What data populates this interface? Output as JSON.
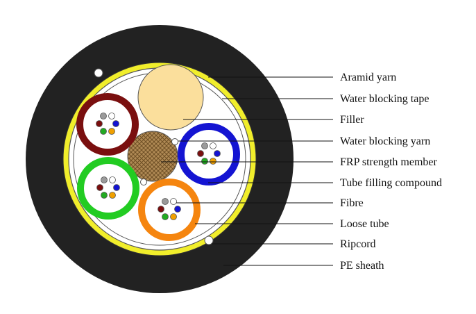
{
  "labels": [
    "Aramid yarn",
    "Water blocking tape",
    "Filler",
    "Water blocking yarn",
    "FRP strength member",
    "Tube filling compound",
    "Fibre",
    "Loose tube",
    "Ripcord",
    "PE sheath"
  ],
  "colors": {
    "sheath": "#222222",
    "aramid_ring": "#f1ee2b",
    "tube_brown": "#7a0f0f",
    "tube_blue": "#1414d2",
    "tube_green": "#22cc22",
    "tube_orange": "#f5850f",
    "filler": "#fbdf9c",
    "frp": "#a07a45"
  },
  "fibre_colors": [
    "#9a9a9a",
    "#ffffff",
    "#7a0f0f",
    "#1414d2",
    "#22aa22",
    "#f0a000"
  ]
}
